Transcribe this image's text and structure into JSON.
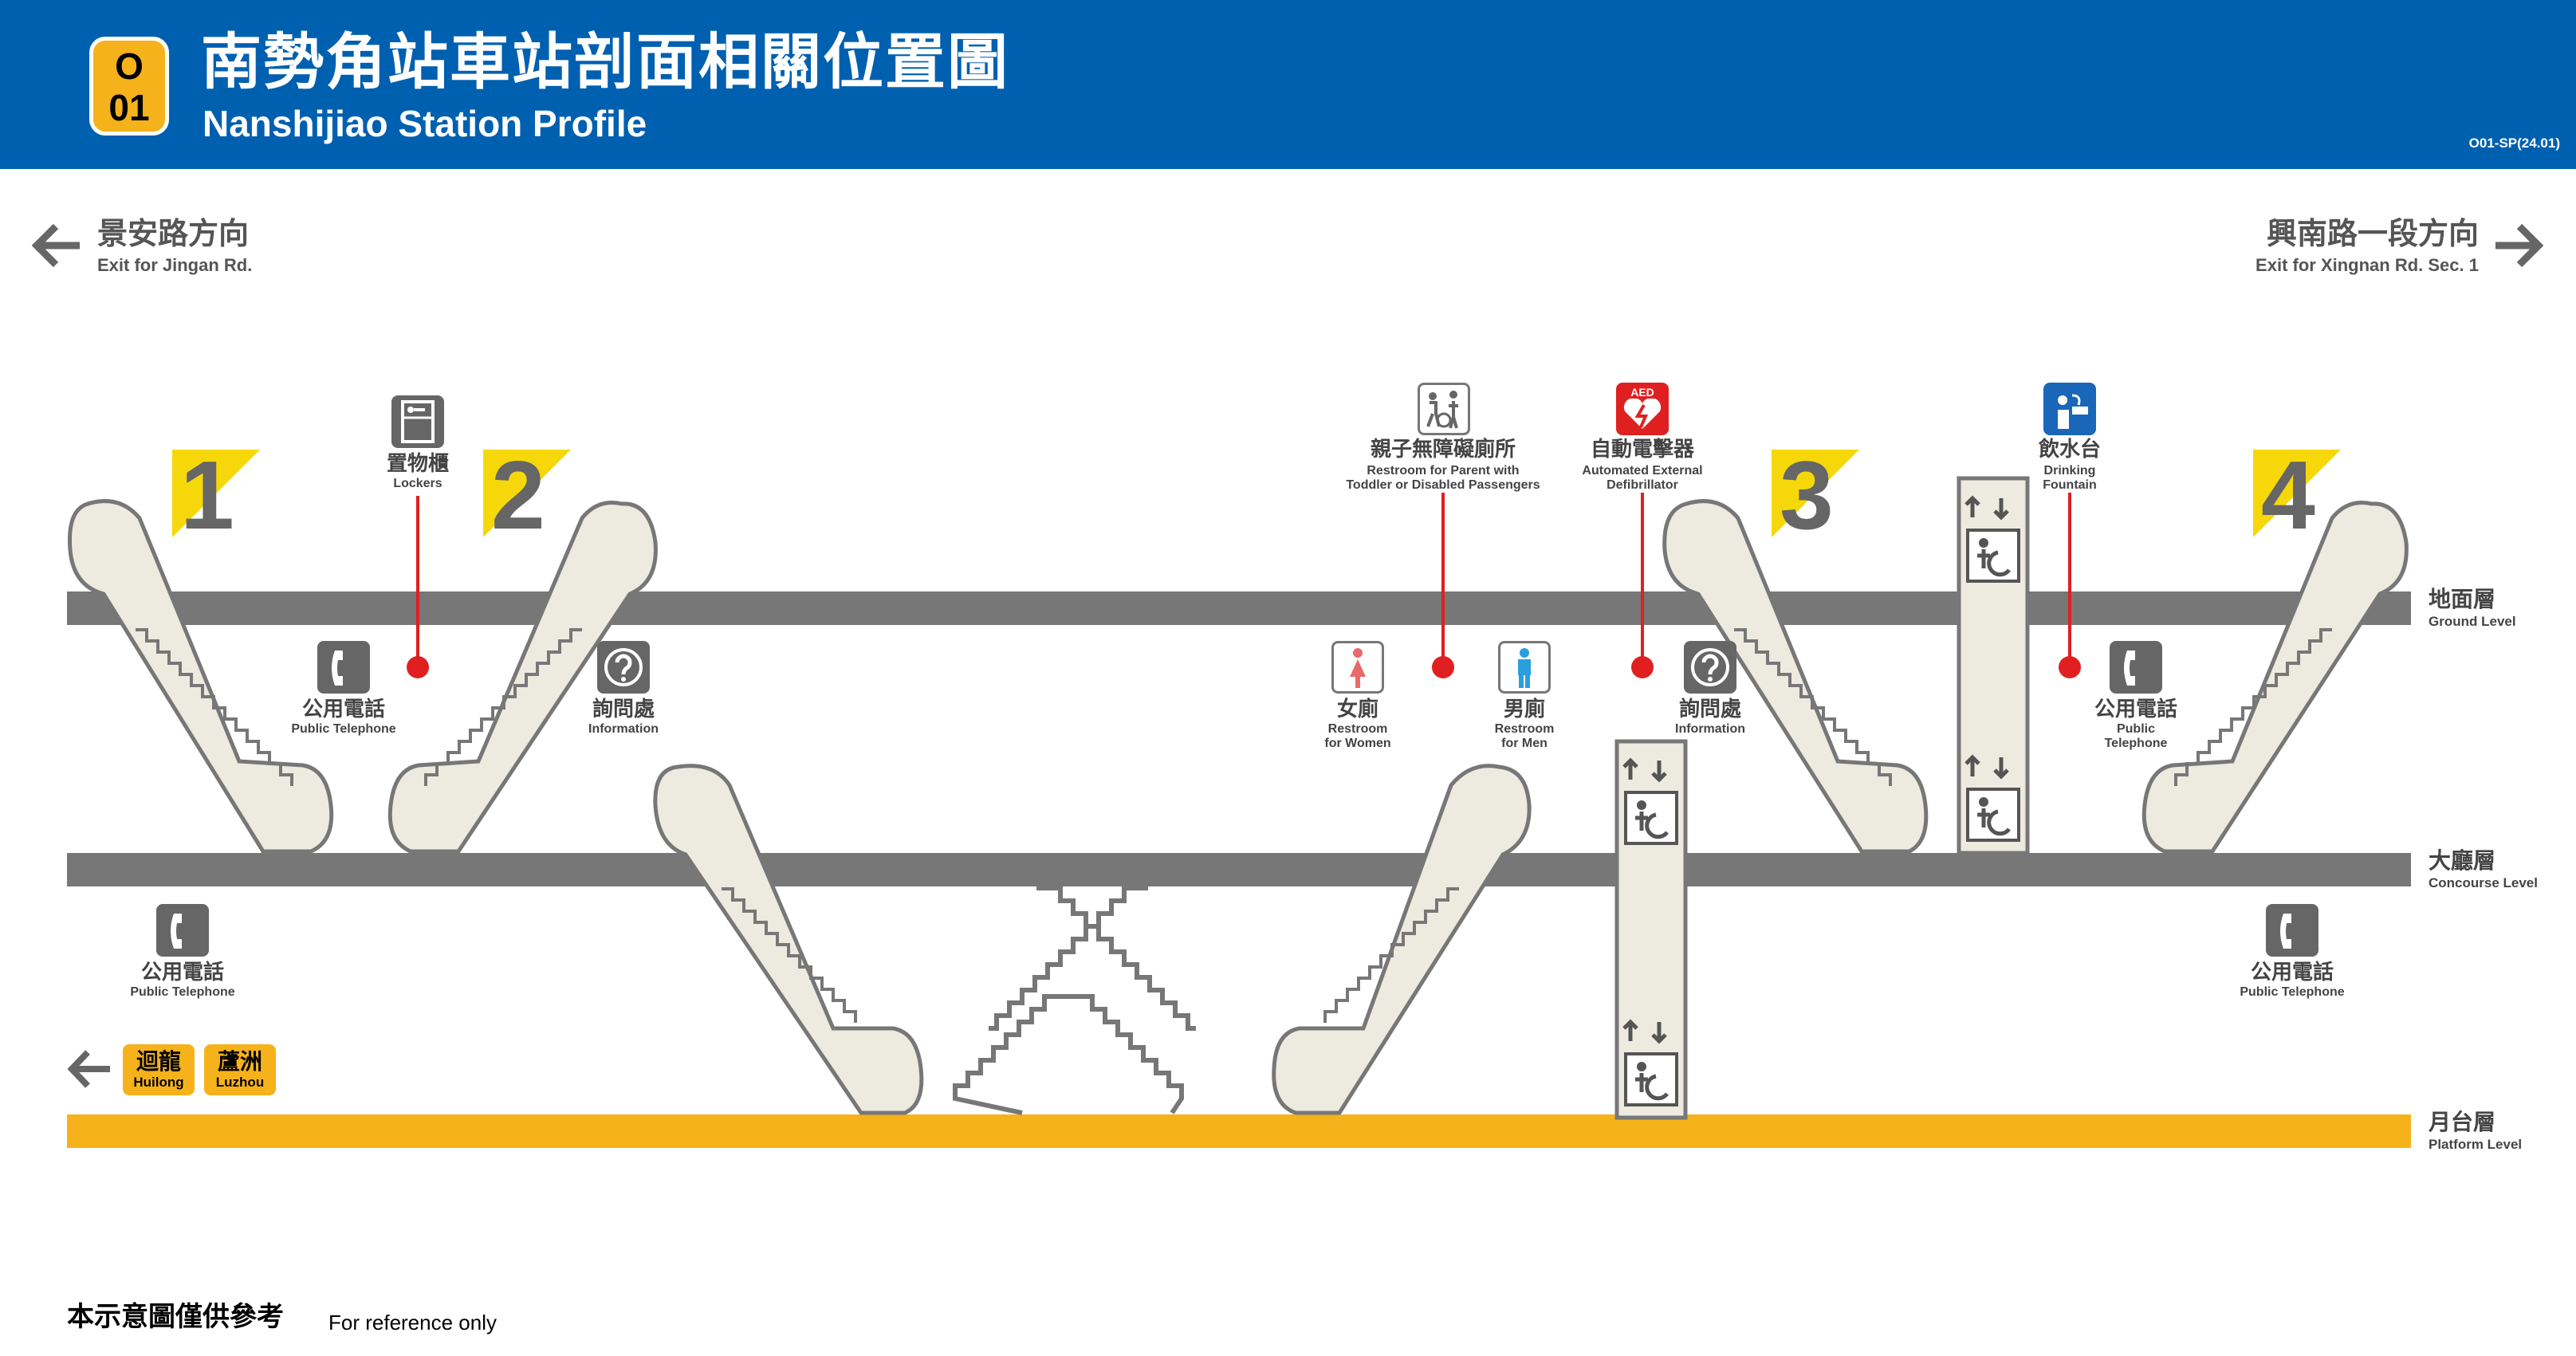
{
  "header": {
    "badge_line1": "O",
    "badge_line2": "01",
    "title_zh": "南勢角站車站剖面相關位置圖",
    "title_en": "Nanshijiao Station Profile",
    "code": "O01-SP(24.01)"
  },
  "directions": {
    "left": {
      "zh": "景安路方向",
      "en": "Exit for Jingan Rd."
    },
    "right": {
      "zh": "興南路一段方向",
      "en": "Exit for Xingnan Rd. Sec. 1"
    }
  },
  "exits": [
    "1",
    "2",
    "3",
    "4"
  ],
  "levels": {
    "ground": {
      "zh": "地面層",
      "en": "Ground Level"
    },
    "concourse": {
      "zh": "大廳層",
      "en": "Concourse Level"
    },
    "platform": {
      "zh": "月台層",
      "en": "Platform Level"
    }
  },
  "facilities": {
    "lockers": {
      "zh": "置物櫃",
      "en": "Lockers"
    },
    "family_restroom": {
      "zh": "親子無障礙廁所",
      "en1": "Restroom for Parent with",
      "en2": "Toddler or Disabled Passengers"
    },
    "aed": {
      "zh": "自動電擊器",
      "en1": "Automated External",
      "en2": "Defibrillator",
      "badge": "AED"
    },
    "water": {
      "zh": "飲水台",
      "en1": "Drinking",
      "en2": "Fountain"
    },
    "phone_g1": {
      "zh": "公用電話",
      "en": "Public Telephone"
    },
    "info_g1": {
      "zh": "詢問處",
      "en": "Information"
    },
    "women": {
      "zh": "女廁",
      "en1": "Restroom",
      "en2": "for Women"
    },
    "men": {
      "zh": "男廁",
      "en1": "Restroom",
      "en2": "for Men"
    },
    "info_g2": {
      "zh": "詢問處",
      "en": "Information"
    },
    "phone_g2": {
      "zh": "公用電話",
      "en1": "Public",
      "en2": "Telephone"
    },
    "phone_c1": {
      "zh": "公用電話",
      "en": "Public Telephone"
    },
    "phone_c2": {
      "zh": "公用電話",
      "en": "Public Telephone"
    }
  },
  "destinations": [
    {
      "zh": "迴龍",
      "en": "Huilong"
    },
    {
      "zh": "蘆洲",
      "en": "Luzhou"
    }
  ],
  "footer": {
    "zh": "本示意圖僅供參考",
    "en": "For reference only"
  },
  "colors": {
    "header": "#0060B0",
    "line_orange": "#F6B21A",
    "exit_yellow": "#F6D80A",
    "floor_grey": "#777777",
    "escalator": "#EDEAE0",
    "marker_red": "#E02020"
  },
  "icons": [
    "left-arrow-icon",
    "right-arrow-icon",
    "locker-icon",
    "family-restroom-icon",
    "aed-icon",
    "drinking-fountain-icon",
    "telephone-icon",
    "information-icon",
    "women-icon",
    "men-icon",
    "elevator-icon"
  ]
}
